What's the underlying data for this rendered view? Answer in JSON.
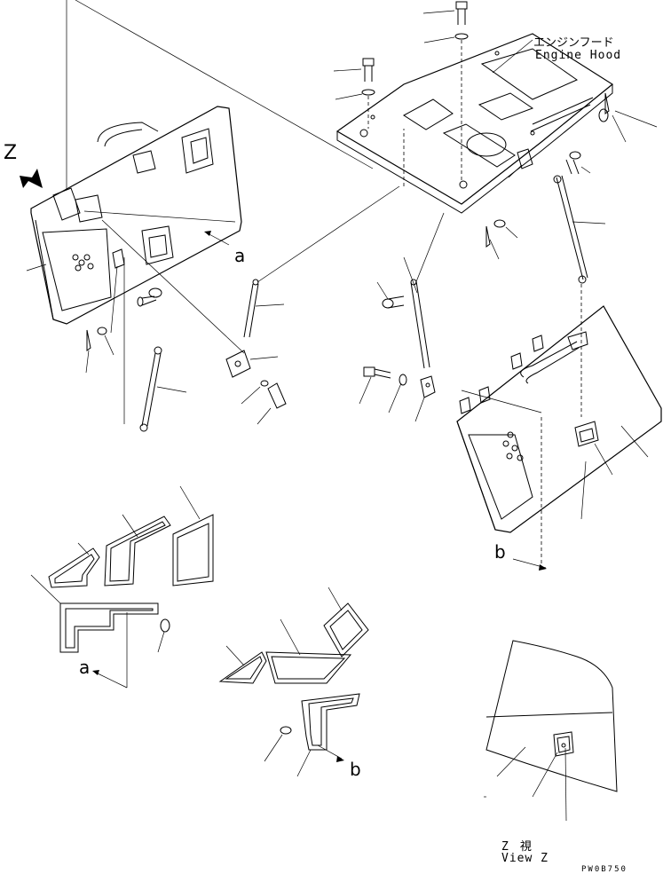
{
  "labels": {
    "engine_hood_jp": "エンジンフード",
    "engine_hood_en": "Engine Hood",
    "view_z_jp": "Z　視",
    "view_z_en": "View Z",
    "z_marker": "Z",
    "ref_a_top": "a",
    "ref_a_bottom": "a",
    "ref_b_right": "b",
    "ref_b_bottom": "b",
    "drawing_code": "PW0B750"
  }
}
